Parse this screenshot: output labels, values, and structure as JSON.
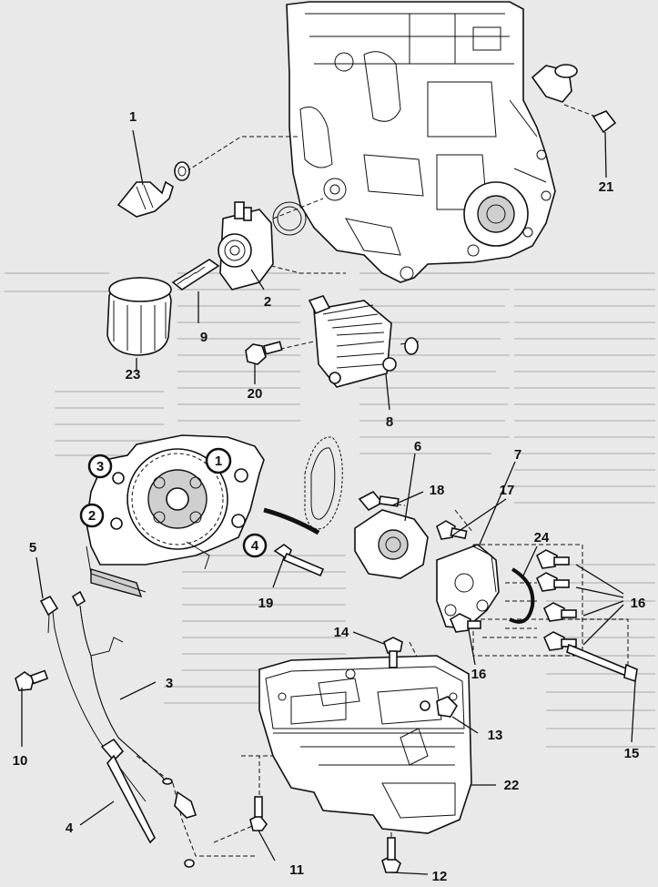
{
  "diagram": {
    "part_labels": [
      "1",
      "2",
      "3",
      "4",
      "5",
      "6",
      "7",
      "8",
      "9",
      "10",
      "11",
      "12",
      "13",
      "14",
      "15",
      "16",
      "16",
      "17",
      "18",
      "19",
      "20",
      "21",
      "22",
      "23",
      "24"
    ],
    "sequence_labels": [
      "1",
      "2",
      "3",
      "4"
    ]
  }
}
